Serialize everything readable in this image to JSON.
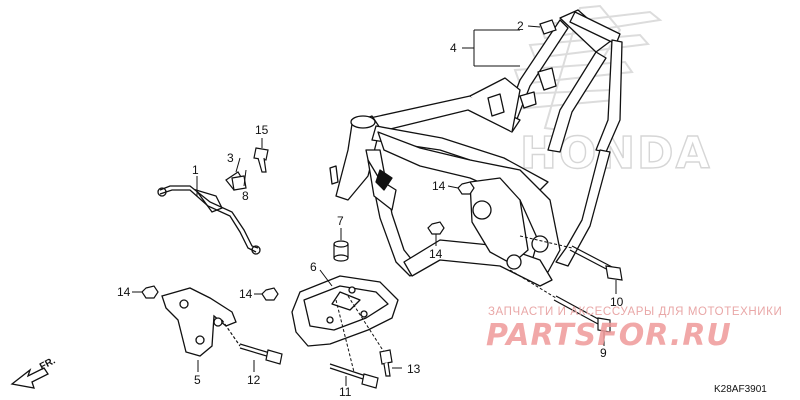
{
  "diagram": {
    "brand_watermark": "HONDA",
    "direction_label": "FR.",
    "figure_code": "K28AF3901",
    "shop_watermark": {
      "top_line": "ЗАПЧАСТИ И АКСЕССУАРЫ ДЛЯ МОТОТЕХНИКИ",
      "logo": "PARTSFOR.RU"
    },
    "callouts": {
      "c1": "1",
      "c2": "2",
      "c3": "3",
      "c4": "4",
      "c5": "5",
      "c6": "6",
      "c7": "7",
      "c8": "8",
      "c9": "9",
      "c10": "10",
      "c11": "11",
      "c12": "12",
      "c13": "13",
      "c14a": "14",
      "c14b": "14",
      "c14c": "14",
      "c14d": "14",
      "c15": "15"
    }
  }
}
